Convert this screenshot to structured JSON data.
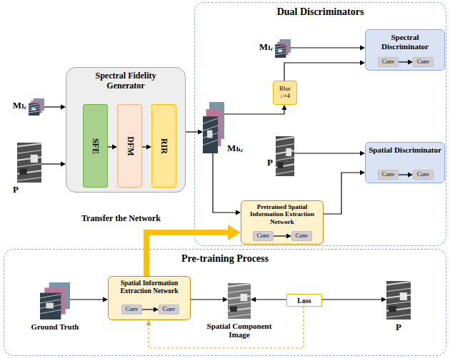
{
  "diagram": {
    "nodes": [
      {
        "text": [
          "Dual Discriminators"
        ]
      },
      {
        "text": [
          "Mₗᵣ"
        ]
      },
      {
        "text": [
          "P"
        ]
      },
      {
        "text": [
          "Spectral Fidelity Generator"
        ]
      },
      {
        "text": [
          "SFE"
        ],
        "in": 3
      },
      {
        "text": [
          "DFM"
        ],
        "in": 3
      },
      {
        "text": [
          "RIR"
        ],
        "in": 3
      },
      {
        "text": [
          "Mₗᵣ"
        ],
        "in": 0
      },
      {
        "text": [
          "Spectral Discriminator"
        ],
        "in": 0
      },
      {
        "text": [
          "Conv"
        ],
        "in": 8
      },
      {
        "text": [
          "Conv"
        ],
        "in": 8
      },
      {
        "text": [
          "Mₕᵣ"
        ],
        "in": 0
      },
      {
        "text": [
          "Blur",
          "↓×4"
        ],
        "in": 0
      },
      {
        "text": [
          "P"
        ],
        "in": 0
      },
      {
        "text": [
          "Spatial Discriminator"
        ],
        "in": 0
      },
      {
        "text": [
          "Conv"
        ],
        "in": 14
      },
      {
        "text": [
          "Conv"
        ],
        "in": 14
      },
      {
        "text": [
          "Pretrained Spatial Information Extraction Network"
        ],
        "in": 0
      },
      {
        "text": [
          "Conv"
        ],
        "in": 17
      },
      {
        "text": [
          "Conv"
        ],
        "in": 17
      },
      {
        "text": [
          "Pre-training Process"
        ]
      },
      {
        "text": [
          "Ground Truth"
        ],
        "in": 20
      },
      {
        "text": [
          "Spatial Information Extraction Network"
        ],
        "in": 20
      },
      {
        "text": [
          "Conv"
        ],
        "in": 22
      },
      {
        "text": [
          "Conv"
        ],
        "in": 22
      },
      {
        "text": [
          "Spatial Component Image"
        ],
        "in": 20
      },
      {
        "text": [
          "Loss"
        ],
        "in": 20
      },
      {
        "text": [
          "P"
        ],
        "in": 20
      }
    ],
    "edges": [
      {
        "from": 1,
        "to": 3,
        "arrow": "to"
      },
      {
        "from": 2,
        "to": 3,
        "arrow": "to"
      },
      {
        "from": 4,
        "to": 5,
        "arrow": "to"
      },
      {
        "from": 5,
        "to": 6,
        "arrow": "to"
      },
      {
        "from": 3,
        "to": 11,
        "arrow": "to"
      },
      {
        "from": 11,
        "to": 12,
        "arrow": "to"
      },
      {
        "from": 12,
        "to": 8,
        "arrow": "to"
      },
      {
        "from": 7,
        "to": 8,
        "arrow": "to"
      },
      {
        "from": 9,
        "to": 10,
        "arrow": "to"
      },
      {
        "from": 13,
        "to": 14,
        "arrow": "to"
      },
      {
        "from": 15,
        "to": 16,
        "arrow": "to"
      },
      {
        "from": 11,
        "to": 17,
        "arrow": "to"
      },
      {
        "from": 18,
        "to": 19,
        "arrow": "to"
      },
      {
        "from": 17,
        "to": 14,
        "arrow": "to"
      },
      {
        "from": 22,
        "to": 17,
        "arrow": "to",
        "label": "Transfer the Network"
      },
      {
        "from": 21,
        "to": 22,
        "arrow": "to"
      },
      {
        "from": 23,
        "to": 24,
        "arrow": "to"
      },
      {
        "from": 22,
        "to": 25,
        "arrow": "to"
      },
      {
        "from": 26,
        "to": 25,
        "arrow": "to"
      },
      {
        "from": 26,
        "to": 27,
        "arrow": "to"
      },
      {
        "from": 26,
        "to": 22,
        "arrow": "to"
      }
    ]
  }
}
